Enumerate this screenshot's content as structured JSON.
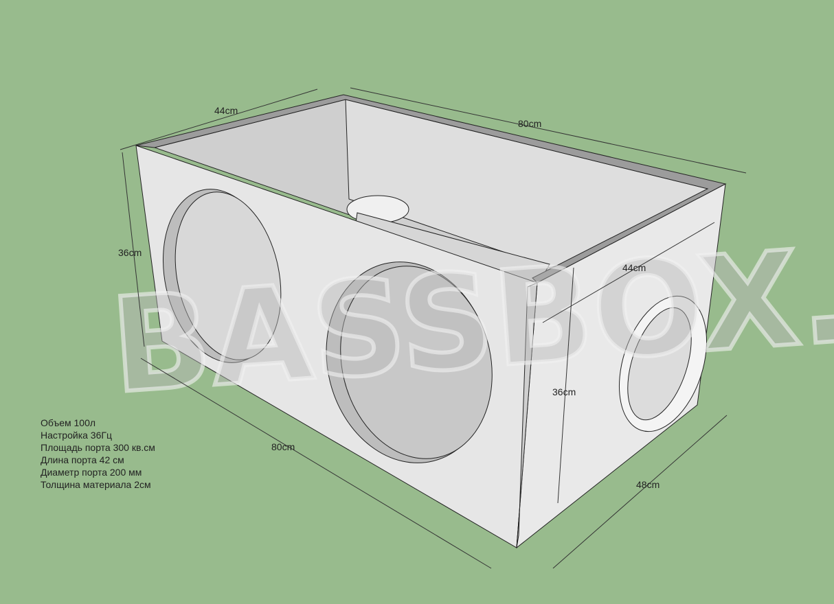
{
  "watermark": "BASSBOX.RU",
  "dimensions": {
    "top_depth": "44cm",
    "top_length": "80cm",
    "front_height": "36cm",
    "front_length": "80cm",
    "inner_depth": "44cm",
    "side_height": "36cm",
    "side_depth": "48cm"
  },
  "specs": [
    "Объем 100л",
    "Настройка 36Гц",
    "Площадь порта 300 кв.см",
    "Длина порта 42 см",
    "Диаметр порта 200 мм",
    "Толщина материала 2см"
  ],
  "colors": {
    "background": "#98bb8d",
    "panel": "#e6e6e6",
    "edge": "#9a9a9a"
  }
}
